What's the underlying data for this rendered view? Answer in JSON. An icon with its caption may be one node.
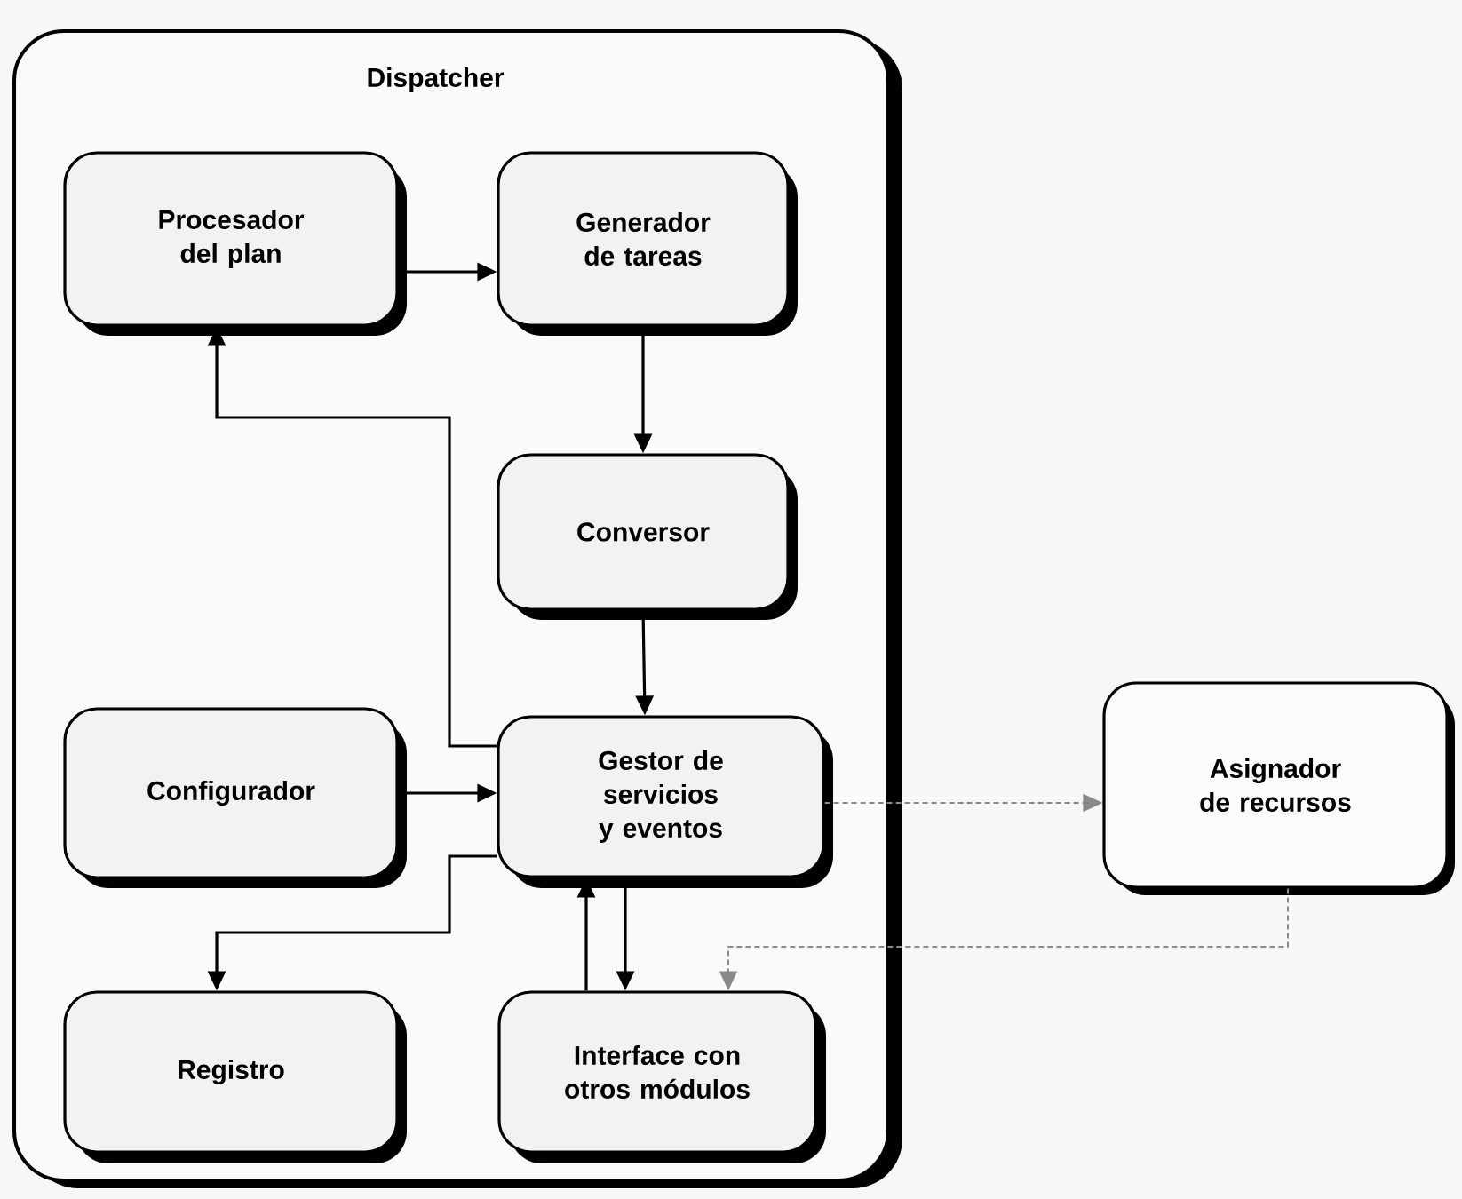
{
  "diagram": {
    "nodes": [
      {
        "text": [
          "Dispatcher"
        ]
      },
      {
        "text": [
          "Procesador del plan"
        ],
        "in": 0
      },
      {
        "text": [
          "Generador de tareas"
        ],
        "in": 0
      },
      {
        "text": [
          "Conversor"
        ],
        "in": 0
      },
      {
        "text": [
          "Configurador"
        ],
        "in": 0
      },
      {
        "text": [
          "Gestor de servicios y eventos"
        ],
        "in": 0
      },
      {
        "text": [
          "Registro"
        ],
        "in": 0
      },
      {
        "text": [
          "Interface con otros módulos"
        ],
        "in": 0
      },
      {
        "text": [
          "Asignador de recursos"
        ]
      }
    ],
    "edges": [
      {
        "from": 1,
        "to": 2,
        "arrow": "to"
      },
      {
        "from": 2,
        "to": 3,
        "arrow": "to"
      },
      {
        "from": 3,
        "to": 5,
        "arrow": "to"
      },
      {
        "from": 5,
        "to": 1,
        "arrow": "to"
      },
      {
        "from": 4,
        "to": 5,
        "arrow": "to"
      },
      {
        "from": 5,
        "to": 6,
        "arrow": "to"
      },
      {
        "from": 7,
        "to": 5,
        "arrow": "to"
      },
      {
        "from": 5,
        "to": 7,
        "arrow": "to"
      },
      {
        "from": 5,
        "to": 8,
        "arrow": "to",
        "style": "dashed",
        "color": "#8a8a8a"
      },
      {
        "from": 8,
        "to": 7,
        "arrow": "to",
        "style": "dashed",
        "color": "#8a8a8a"
      }
    ]
  }
}
